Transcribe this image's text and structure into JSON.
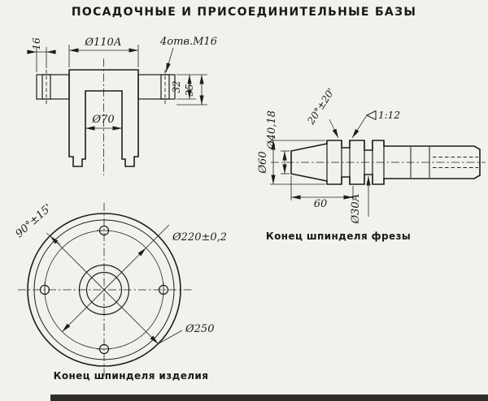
{
  "title": "ПОСАДОЧНЫЕ И ПРИСОЕДИНИТЕЛЬНЫЕ БАЗЫ",
  "colors": {
    "paper": "#f2f1ed",
    "ink": "#1d1d1d"
  },
  "flange_view": {
    "dim_16": "16",
    "dim_d110": "Ø110А",
    "dim_holes": "4отв.М16",
    "dim_d70": "Ø70",
    "dim_32": "32",
    "dim_35": "35"
  },
  "cutter_view": {
    "caption": "Конец шпинделя фрезы",
    "dim_d40": "Ø40,18",
    "dim_angle": "20°±20'",
    "dim_taper": "1:12",
    "dim_d60": "Ø60",
    "dim_len60": "60",
    "dim_d30": "Ø30А"
  },
  "product_view": {
    "caption": "Конец шпинделя изделия",
    "dim_angle90": "90°±15'",
    "dim_d220": "Ø220±0,2",
    "dim_d250": "Ø250"
  }
}
